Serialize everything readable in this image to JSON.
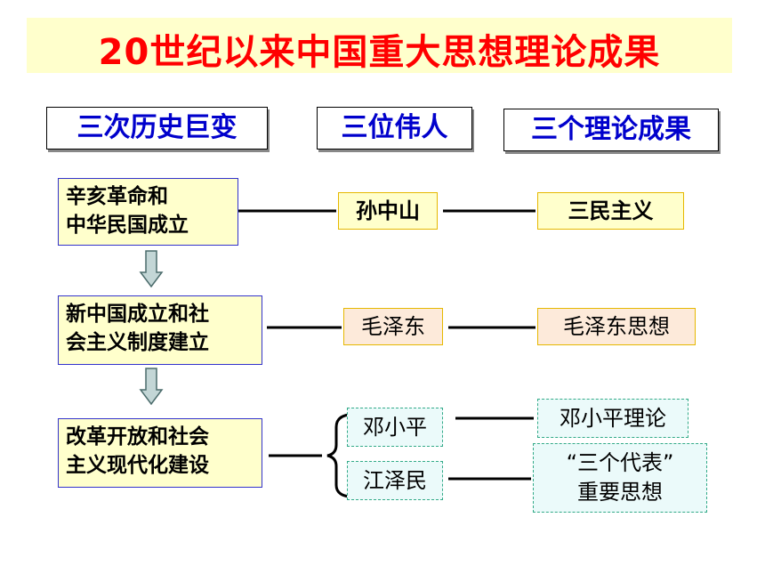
{
  "title": "20世纪以来中国重大思想理论成果",
  "headers": {
    "changes": "三次历史巨变",
    "leaders": "三位伟人",
    "theories": "三个理论成果"
  },
  "rows": [
    {
      "event_line1": "辛亥革命和",
      "event_line2": "中华民国成立",
      "person": "孙中山",
      "theory": "三民主义"
    },
    {
      "event_line1": "新中国成立和社",
      "event_line2": "会主义制度建立",
      "person": "毛泽东",
      "theory": "毛泽东思想"
    },
    {
      "event_line1": "改革开放和社会",
      "event_line2": "主义现代化建设",
      "persons": [
        "邓小平",
        "江泽民"
      ],
      "theories": [
        {
          "line1": "邓小平理论"
        },
        {
          "line1": "“三个代表”",
          "line2": "重要思想"
        }
      ]
    }
  ]
}
